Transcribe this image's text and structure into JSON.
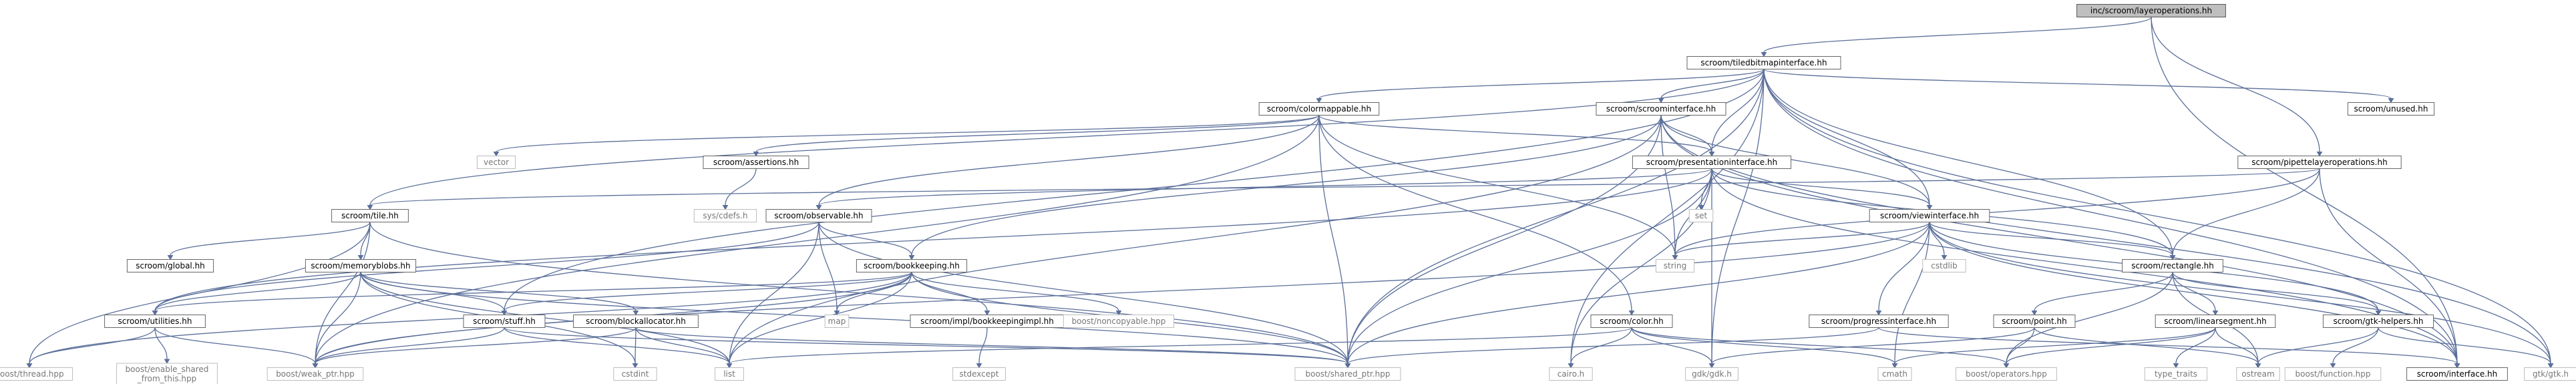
{
  "diagram": {
    "type": "include-dependency-graph",
    "nodes": [
      {
        "id": "root",
        "label": "inc/scroom/layeroperations.hh",
        "kind": "root"
      },
      {
        "id": "tbi",
        "label": "scroom/tiledbitmapinterface.hh",
        "kind": "internal"
      },
      {
        "id": "cm",
        "label": "scroom/colormappable.hh",
        "kind": "internal"
      },
      {
        "id": "si",
        "label": "scroom/scroominterface.hh",
        "kind": "internal"
      },
      {
        "id": "unused",
        "label": "scroom/unused.hh",
        "kind": "internal"
      },
      {
        "id": "pipette",
        "label": "scroom/pipettelayeroperations.hh",
        "kind": "internal"
      },
      {
        "id": "vector",
        "label": "vector",
        "kind": "external"
      },
      {
        "id": "assert",
        "label": "scroom/assertions.hh",
        "kind": "internal"
      },
      {
        "id": "pres",
        "label": "scroom/presentationinterface.hh",
        "kind": "internal"
      },
      {
        "id": "cdefs",
        "label": "sys/cdefs.h",
        "kind": "external"
      },
      {
        "id": "set",
        "label": "set",
        "kind": "external"
      },
      {
        "id": "tile",
        "label": "scroom/tile.hh",
        "kind": "internal"
      },
      {
        "id": "obs",
        "label": "scroom/observable.hh",
        "kind": "internal"
      },
      {
        "id": "view",
        "label": "scroom/viewinterface.hh",
        "kind": "internal"
      },
      {
        "id": "global",
        "label": "scroom/global.hh",
        "kind": "internal"
      },
      {
        "id": "memblobs",
        "label": "scroom/memoryblobs.hh",
        "kind": "internal"
      },
      {
        "id": "bk",
        "label": "scroom/bookkeeping.hh",
        "kind": "internal"
      },
      {
        "id": "string",
        "label": "string",
        "kind": "external"
      },
      {
        "id": "cstdlib",
        "label": "cstdlib",
        "kind": "external"
      },
      {
        "id": "rect",
        "label": "scroom/rectangle.hh",
        "kind": "internal"
      },
      {
        "id": "util",
        "label": "scroom/utilities.hh",
        "kind": "internal"
      },
      {
        "id": "stuff",
        "label": "scroom/stuff.hh",
        "kind": "internal"
      },
      {
        "id": "blockalloc",
        "label": "scroom/blockallocator.hh",
        "kind": "internal"
      },
      {
        "id": "map",
        "label": "map",
        "kind": "external"
      },
      {
        "id": "bkimpl",
        "label": "scroom/impl/bookkeepingimpl.hh",
        "kind": "internal"
      },
      {
        "id": "noncopy",
        "label": "boost/noncopyable.hpp",
        "kind": "external"
      },
      {
        "id": "color",
        "label": "scroom/color.hh",
        "kind": "internal"
      },
      {
        "id": "progress",
        "label": "scroom/progressinterface.hh",
        "kind": "internal"
      },
      {
        "id": "point",
        "label": "scroom/point.hh",
        "kind": "internal"
      },
      {
        "id": "linseg",
        "label": "scroom/linearsegment.hh",
        "kind": "internal"
      },
      {
        "id": "gtkhelpers",
        "label": "scroom/gtk-helpers.hh",
        "kind": "internal"
      },
      {
        "id": "thread",
        "label": "boost/thread.hpp",
        "kind": "external"
      },
      {
        "id": "enableshared",
        "label": "boost/enable_shared\n_from_this.hpp",
        "kind": "external"
      },
      {
        "id": "weakptr",
        "label": "boost/weak_ptr.hpp",
        "kind": "external"
      },
      {
        "id": "cstdint",
        "label": "cstdint",
        "kind": "external"
      },
      {
        "id": "list",
        "label": "list",
        "kind": "external"
      },
      {
        "id": "stdexcept",
        "label": "stdexcept",
        "kind": "external"
      },
      {
        "id": "sharedptr",
        "label": "boost/shared_ptr.hpp",
        "kind": "external"
      },
      {
        "id": "cairo",
        "label": "cairo.h",
        "kind": "external"
      },
      {
        "id": "gdk",
        "label": "gdk/gdk.h",
        "kind": "external"
      },
      {
        "id": "cmath",
        "label": "cmath",
        "kind": "external"
      },
      {
        "id": "operators",
        "label": "boost/operators.hpp",
        "kind": "external"
      },
      {
        "id": "typetraits",
        "label": "type_traits",
        "kind": "external"
      },
      {
        "id": "ostream",
        "label": "ostream",
        "kind": "external"
      },
      {
        "id": "boostfunc",
        "label": "boost/function.hpp",
        "kind": "external"
      },
      {
        "id": "iface",
        "label": "scroom/interface.hh",
        "kind": "internal"
      },
      {
        "id": "gtk",
        "label": "gtk/gtk.h",
        "kind": "external"
      }
    ],
    "edges": [
      [
        "root",
        "tbi"
      ],
      [
        "root",
        "pipette"
      ],
      [
        "root",
        "iface"
      ],
      [
        "tbi",
        "cm"
      ],
      [
        "tbi",
        "si"
      ],
      [
        "tbi",
        "unused"
      ],
      [
        "tbi",
        "pres"
      ],
      [
        "tbi",
        "tile"
      ],
      [
        "tbi",
        "view"
      ],
      [
        "tbi",
        "stuff"
      ],
      [
        "tbi",
        "sharedptr"
      ],
      [
        "tbi",
        "cairo"
      ],
      [
        "tbi",
        "gdk"
      ],
      [
        "tbi",
        "rect"
      ],
      [
        "tbi",
        "iface"
      ],
      [
        "tbi",
        "gtk"
      ],
      [
        "cm",
        "vector"
      ],
      [
        "cm",
        "assert"
      ],
      [
        "cm",
        "pres"
      ],
      [
        "cm",
        "obs"
      ],
      [
        "cm",
        "string"
      ],
      [
        "cm",
        "color"
      ],
      [
        "cm",
        "sharedptr"
      ],
      [
        "cm",
        "weakptr"
      ],
      [
        "si",
        "pres"
      ],
      [
        "si",
        "view"
      ],
      [
        "si",
        "bk"
      ],
      [
        "si",
        "string"
      ],
      [
        "si",
        "sharedptr"
      ],
      [
        "si",
        "list"
      ],
      [
        "si",
        "iface"
      ],
      [
        "si",
        "gtk"
      ],
      [
        "assert",
        "cdefs"
      ],
      [
        "pres",
        "set"
      ],
      [
        "pres",
        "obs"
      ],
      [
        "pres",
        "view"
      ],
      [
        "pres",
        "rect"
      ],
      [
        "pres",
        "string"
      ],
      [
        "pres",
        "sharedptr"
      ],
      [
        "pres",
        "cairo"
      ],
      [
        "pres",
        "gdk"
      ],
      [
        "pres",
        "util"
      ],
      [
        "pres",
        "iface"
      ],
      [
        "pipette",
        "tile"
      ],
      [
        "pipette",
        "rect"
      ],
      [
        "pipette",
        "iface"
      ],
      [
        "pipette",
        "string"
      ],
      [
        "tile",
        "global"
      ],
      [
        "tile",
        "memblobs"
      ],
      [
        "tile",
        "weakptr"
      ],
      [
        "tile",
        "sharedptr"
      ],
      [
        "tile",
        "thread"
      ],
      [
        "obs",
        "bk"
      ],
      [
        "obs",
        "map"
      ],
      [
        "obs",
        "list"
      ],
      [
        "obs",
        "sharedptr"
      ],
      [
        "obs",
        "util"
      ],
      [
        "view",
        "string"
      ],
      [
        "view",
        "cstdlib"
      ],
      [
        "view",
        "rect"
      ],
      [
        "view",
        "progress"
      ],
      [
        "view",
        "gtkhelpers"
      ],
      [
        "view",
        "cmath"
      ],
      [
        "view",
        "sharedptr"
      ],
      [
        "view",
        "iface"
      ],
      [
        "view",
        "weakptr"
      ],
      [
        "view",
        "gtk"
      ],
      [
        "memblobs",
        "util"
      ],
      [
        "memblobs",
        "stuff"
      ],
      [
        "memblobs",
        "blockalloc"
      ],
      [
        "memblobs",
        "list"
      ],
      [
        "memblobs",
        "weakptr"
      ],
      [
        "memblobs",
        "cstdint"
      ],
      [
        "memblobs",
        "sharedptr"
      ],
      [
        "bk",
        "util"
      ],
      [
        "bk",
        "stuff"
      ],
      [
        "bk",
        "map"
      ],
      [
        "bk",
        "bkimpl"
      ],
      [
        "bk",
        "noncopy"
      ],
      [
        "bk",
        "list"
      ],
      [
        "bk",
        "weakptr"
      ],
      [
        "bk",
        "sharedptr"
      ],
      [
        "bk",
        "thread"
      ],
      [
        "rect",
        "point"
      ],
      [
        "rect",
        "linseg"
      ],
      [
        "rect",
        "gtkhelpers"
      ],
      [
        "rect",
        "operators"
      ],
      [
        "rect",
        "ostream"
      ],
      [
        "util",
        "thread"
      ],
      [
        "util",
        "enableshared"
      ],
      [
        "util",
        "weakptr"
      ],
      [
        "stuff",
        "list"
      ],
      [
        "stuff",
        "weakptr"
      ],
      [
        "stuff",
        "sharedptr"
      ],
      [
        "blockalloc",
        "cstdint"
      ],
      [
        "blockalloc",
        "list"
      ],
      [
        "blockalloc",
        "sharedptr"
      ],
      [
        "blockalloc",
        "weakptr"
      ],
      [
        "bkimpl",
        "stdexcept"
      ],
      [
        "color",
        "cairo"
      ],
      [
        "color",
        "gdk"
      ],
      [
        "color",
        "cmath"
      ],
      [
        "color",
        "operators"
      ],
      [
        "color",
        "list"
      ],
      [
        "progress",
        "sharedptr"
      ],
      [
        "progress",
        "iface"
      ],
      [
        "point",
        "gdk"
      ],
      [
        "point",
        "operators"
      ],
      [
        "point",
        "ostream"
      ],
      [
        "linseg",
        "operators"
      ],
      [
        "linseg",
        "typetraits"
      ],
      [
        "linseg",
        "ostream"
      ],
      [
        "linseg",
        "cmath"
      ],
      [
        "gtkhelpers",
        "boostfunc"
      ],
      [
        "gtkhelpers",
        "ostream"
      ],
      [
        "gtkhelpers",
        "gtk"
      ]
    ]
  },
  "colors": {
    "edge": "#5b6f9a",
    "root_fill": "#bfbfbf",
    "node_border": "#666666",
    "external_border": "#bdbdbd"
  }
}
